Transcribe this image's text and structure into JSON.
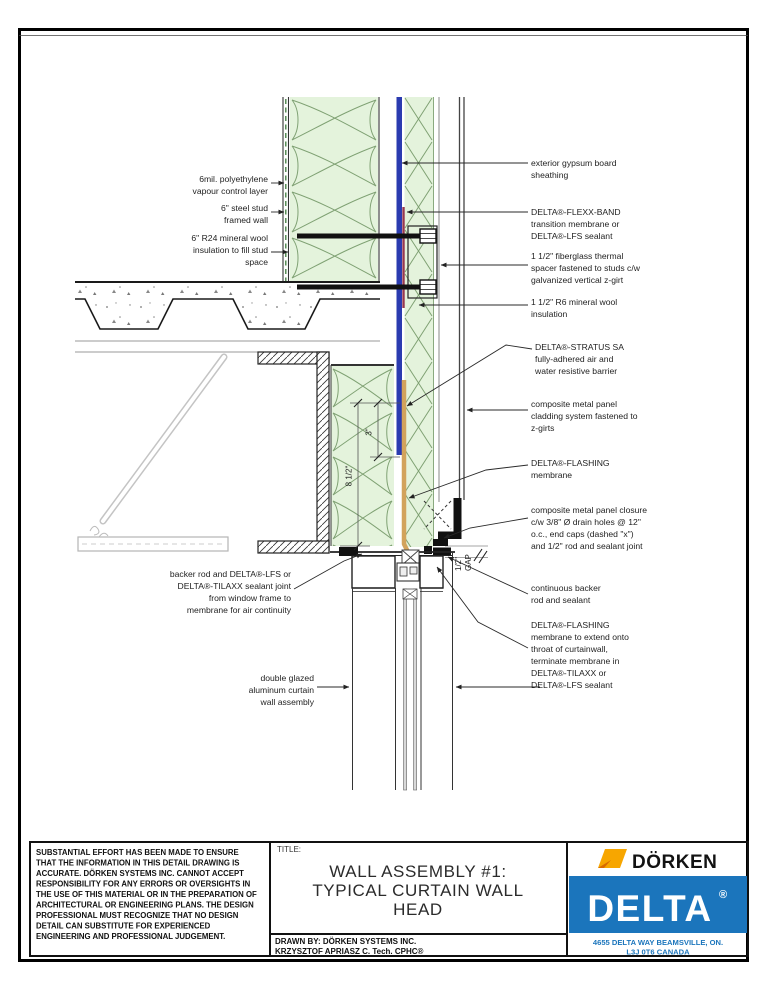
{
  "colors": {
    "brand_blue": "#1B75BC",
    "membrane_blue": "#2B3BB0",
    "membrane_red": "#97374F",
    "membrane_tan": "#D2A35C",
    "insulation_fill": "#E4F3DC",
    "insulation_line": "#7FA173",
    "dorken_orange": "#F7A600"
  },
  "labels": {
    "left": [
      {
        "lines": [
          "6mil. polyethylene",
          "vapour control layer"
        ]
      },
      {
        "lines": [
          "6\" steel stud",
          "framed wall"
        ]
      },
      {
        "lines": [
          "6\" R24 mineral wool",
          "insulation to fill stud",
          "space"
        ]
      },
      {
        "lines": [
          "backer rod and DELTA®-LFS or",
          "DELTA®-TILAXX sealant joint",
          "from window frame to",
          "membrane for air continuity"
        ]
      },
      {
        "lines": [
          "double glazed",
          "aluminum curtain",
          "wall assembly"
        ]
      }
    ],
    "right": [
      {
        "lines": [
          "exterior gypsum board",
          "sheathing"
        ]
      },
      {
        "lines": [
          "DELTA®-FLEXX-BAND",
          "transition membrane or",
          "DELTA®-LFS sealant"
        ]
      },
      {
        "lines": [
          "1 1/2\" fiberglass thermal",
          "spacer fastened to studs c/w",
          "galvanized vertical z-girt"
        ]
      },
      {
        "lines": [
          "1 1/2\" R6 mineral wool",
          "insulation"
        ]
      },
      {
        "lines": [
          "DELTA®-STRATUS SA",
          "fully-adhered air and",
          "water resistive barrier"
        ]
      },
      {
        "lines": [
          "composite metal panel",
          "cladding system fastened to",
          "z-girts"
        ]
      },
      {
        "lines": [
          "DELTA®-FLASHING",
          "membrane"
        ]
      },
      {
        "lines": [
          "composite metal panel closure",
          "c/w 3/8\" Ø drain holes @ 12\"",
          "o.c., end caps (dashed \"x\")",
          "and 1/2\" rod and sealant joint"
        ]
      },
      {
        "lines": [
          "continuous backer",
          "rod and sealant"
        ]
      },
      {
        "lines": [
          "DELTA®-FLASHING",
          "membrane to extend onto",
          "throat of curtainwall,",
          "terminate membrane in",
          "DELTA®-TILAXX or",
          "DELTA®-LFS sealant"
        ]
      }
    ]
  },
  "dimensions": {
    "d3": "3\"",
    "d85": "8 1/2\"",
    "gap_size": "1/2\"",
    "gap_word": "GAP"
  },
  "title_block": {
    "title_label": "TITLE:",
    "title_lines": [
      "WALL ASSEMBLY #1:",
      "TYPICAL CURTAIN WALL",
      "HEAD"
    ],
    "drawn_by": [
      "DRAWN BY: DÖRKEN SYSTEMS INC.",
      "KRZYSZTOF APRIASZ C. Tech. CPHC®"
    ],
    "disclaimer_lines": [
      "SUBSTANTIAL EFFORT HAS BEEN MADE TO ENSURE",
      "THAT THE INFORMATION IN THIS DETAIL DRAWING IS",
      "ACCURATE. DÖRKEN SYSTEMS INC. CANNOT ACCEPT",
      "RESPONSIBILITY FOR ANY ERRORS OR OVERSIGHTS IN",
      "THE USE OF THIS MATERIAL OR IN THE PREPARATION OF",
      "ARCHITECTURAL OR ENGINEERING PLANS. THE DESIGN",
      "PROFESSIONAL MUST RECOGNIZE THAT NO DESIGN",
      "DETAIL CAN SUBSTITUTE FOR EXPERIENCED",
      "ENGINEERING AND PROFESSIONAL JUDGEMENT."
    ],
    "brand": {
      "dorken_name": "DÖRKEN",
      "delta_name": "DELTA",
      "reg": "®",
      "address": [
        "4655 DELTA WAY BEAMSVILLE, ON.",
        "L3J 0T6 CANADA"
      ]
    }
  }
}
